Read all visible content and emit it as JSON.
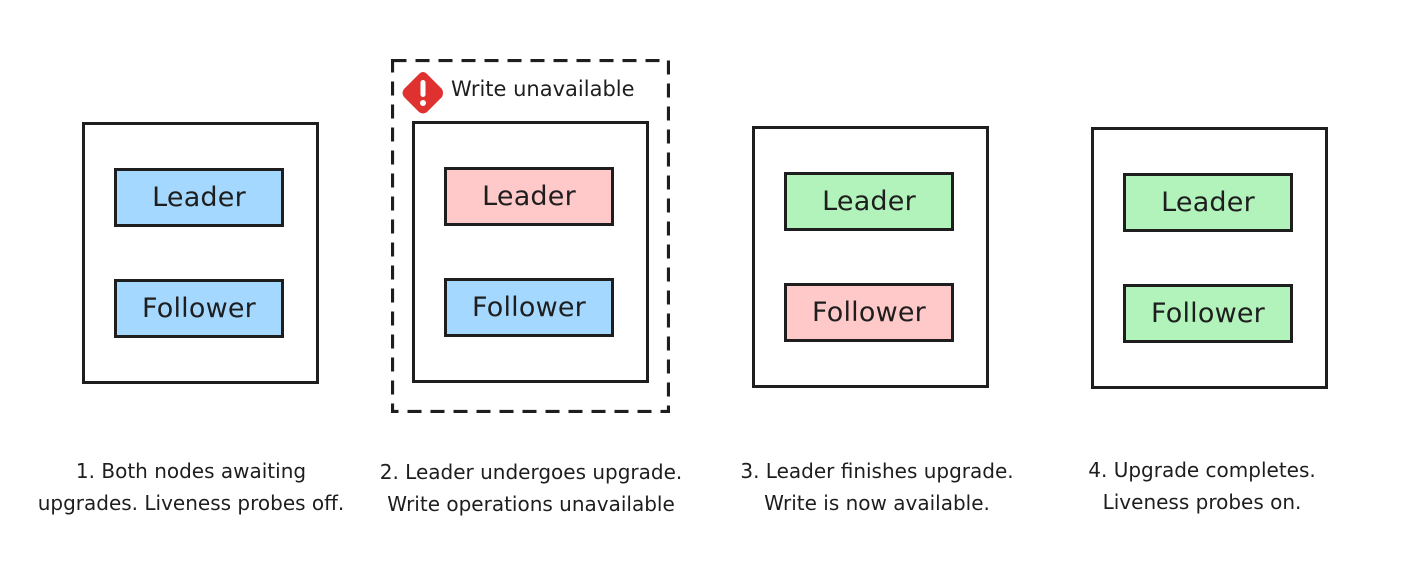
{
  "colors": {
    "stroke": "#1e1e1e",
    "pending": "#a5d8ff",
    "upgrading": "#ffc9c9",
    "upgraded": "#b2f2bb",
    "warning": "#e03131"
  },
  "stages": [
    {
      "leader": {
        "label": "Leader",
        "state": "pending"
      },
      "follower": {
        "label": "Follower",
        "state": "pending"
      },
      "caption": [
        "1. Both nodes awaiting",
        "upgrades. Liveness probes off."
      ]
    },
    {
      "leader": {
        "label": "Leader",
        "state": "upgrading"
      },
      "follower": {
        "label": "Follower",
        "state": "pending"
      },
      "caption": [
        "2. Leader undergoes upgrade.",
        "Write operations unavailable"
      ]
    },
    {
      "leader": {
        "label": "Leader",
        "state": "upgraded"
      },
      "follower": {
        "label": "Follower",
        "state": "upgrading"
      },
      "caption": [
        "3. Leader finishes upgrade.",
        "Write is now available."
      ]
    },
    {
      "leader": {
        "label": "Leader",
        "state": "upgraded"
      },
      "follower": {
        "label": "Follower",
        "state": "upgraded"
      },
      "caption": [
        "4. Upgrade completes.",
        "Liveness probes on."
      ]
    }
  ],
  "warning": {
    "label": "Write unavailable",
    "icon": "exclamation-diamond-icon"
  }
}
